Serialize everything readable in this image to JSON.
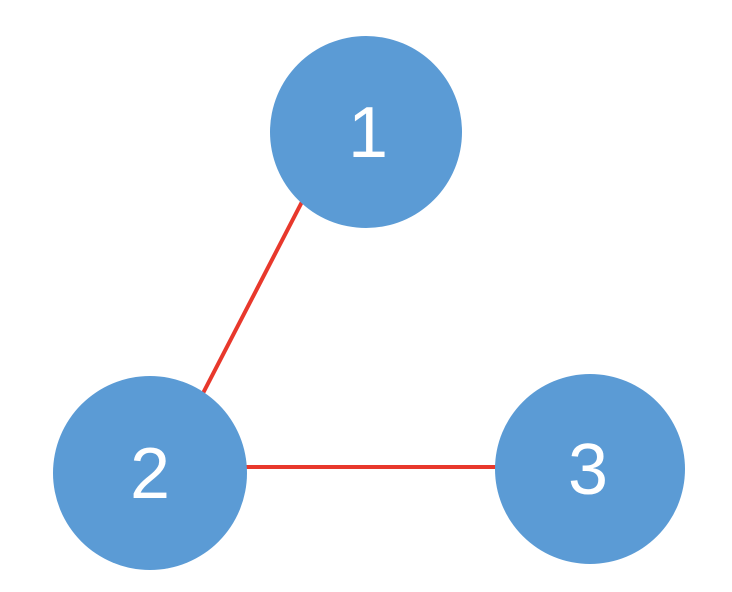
{
  "diagram": {
    "type": "node-edge-graph",
    "background": "#FFFFFF",
    "nodes": [
      {
        "id": "1",
        "label": "1"
      },
      {
        "id": "2",
        "label": "2"
      },
      {
        "id": "3",
        "label": "3"
      }
    ],
    "edges": [
      {
        "from": "1",
        "to": "2"
      },
      {
        "from": "2",
        "to": "3"
      }
    ]
  },
  "colors": {
    "node_fill": "#5B9BD5",
    "node_text": "#FFFFFF",
    "edge_stroke": "#E8382C",
    "background": "#FFFFFF"
  }
}
